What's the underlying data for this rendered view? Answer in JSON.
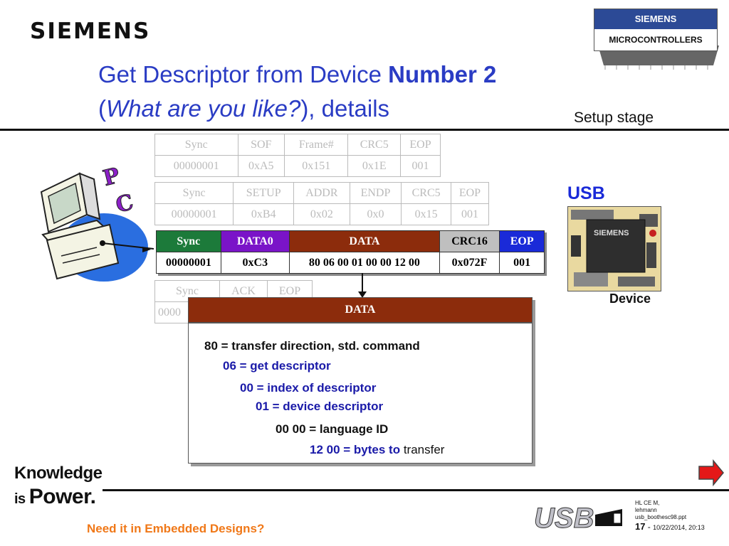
{
  "header": {
    "logo": "SIEMENS",
    "title_line1_a": "Get Descriptor from Device ",
    "title_line1_b": "Number 2",
    "title_line2_a": "(",
    "title_line2_b": "What are you like?",
    "title_line2_c": "), details",
    "stage": "Setup stage"
  },
  "chip_badge": {
    "top": "SIEMENS",
    "bottom": "MICROCONTROLLERS"
  },
  "pc_label": "PC",
  "sof_packet": {
    "headers": [
      "Sync",
      "SOF",
      "Frame#",
      "CRC5",
      "EOP"
    ],
    "values": [
      "00000001",
      "0xA5",
      "0x151",
      "0x1E",
      "001"
    ]
  },
  "setup_packet": {
    "headers": [
      "Sync",
      "SETUP",
      "ADDR",
      "ENDP",
      "CRC5",
      "EOP"
    ],
    "values": [
      "00000001",
      "0xB4",
      "0x02",
      "0x0",
      "0x15",
      "001"
    ]
  },
  "data_packet": {
    "headers": [
      "Sync",
      "DATA0",
      "DATA",
      "CRC16",
      "EOP"
    ],
    "values": [
      "00000001",
      "0xC3",
      "80 06 00 01 00 00 12 00",
      "0x072F",
      "001"
    ]
  },
  "ack_packet": {
    "headers": [
      "Sync",
      "ACK",
      "EOP"
    ],
    "values": [
      "0000"
    ]
  },
  "data_popup": {
    "title": "DATA",
    "lines": [
      {
        "key": "80",
        "text": " = transfer direction, std. command"
      },
      {
        "key": "06",
        "text": " = get descriptor"
      },
      {
        "key": "00",
        "text": " = index of descriptor"
      },
      {
        "key": "01",
        "text": " = device descriptor"
      },
      {
        "key": "00 00",
        "text": " = language ID"
      },
      {
        "key": "12 00",
        "text": " = bytes to",
        "tail": " transfer"
      }
    ]
  },
  "usb_device": {
    "heading": "USB",
    "chip_text": "SIEMENS",
    "label": "Device"
  },
  "footer": {
    "slogan1": "Knowledge",
    "slogan2a": "is ",
    "slogan2b": "Power.",
    "tagline": "Need it in Embedded Designs?",
    "usb_logo": "USB",
    "meta1": "HL CE M,",
    "meta2": "lehmann",
    "meta3": "usb_boothesc98.ppt",
    "page": "17",
    "page_sep": " - ",
    "date": "10/22/2014, 20:13"
  },
  "colors": {
    "title": "#2a3cc4",
    "sync": "#1c7a3a",
    "data0": "#7a14c8",
    "data": "#8c2c0c",
    "crc16": "#bfbfbf",
    "eop": "#1a2ad8",
    "tagline": "#f07818"
  }
}
